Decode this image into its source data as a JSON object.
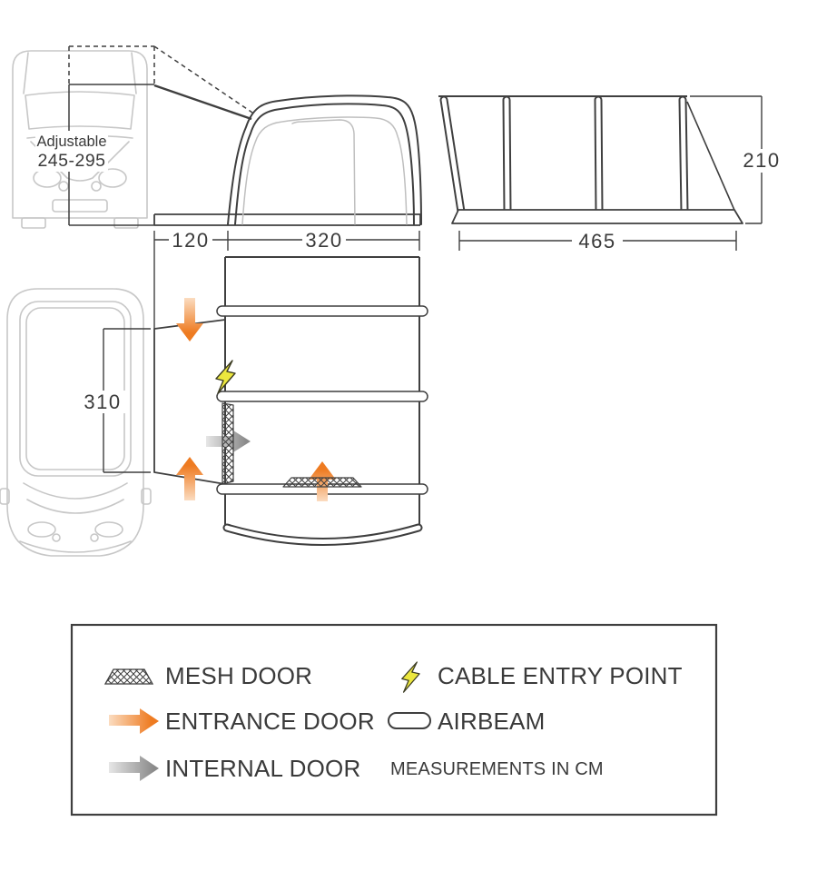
{
  "diagram_type": "awning-dimension-diagram",
  "vehicle_label": {
    "line1": "Adjustable",
    "line2": "245-295"
  },
  "dimensions": {
    "tunnel_width_cm": "120",
    "front_width_cm": "320",
    "side_length_cm": "465",
    "height_cm": "210",
    "tunnel_depth_cm": "310"
  },
  "legend": {
    "mesh_door_label": "MESH DOOR",
    "entrance_door_label": "ENTRANCE DOOR",
    "internal_door_label": "INTERNAL DOOR",
    "cable_entry_point_label": "CABLE ENTRY POINT",
    "airbeam_label": "AIRBEAM",
    "measurements_note": "MEASUREMENTS IN CM"
  },
  "icons": {
    "mesh_swatch": "crosshatch-trapezoid",
    "entrance_arrow": "orange-gradient-arrow",
    "internal_arrow": "gray-gradient-arrow",
    "cable_entry": "lightning-bolt",
    "airbeam": "capsule-outline"
  },
  "colors": {
    "line": "#3f3f3f",
    "vehicle_outline": "#c7c7c7",
    "entrance_arrow": "#ee7b21",
    "entrance_arrow_light": "#fbdcc0",
    "internal_arrow": "#8a8a8a",
    "internal_arrow_light": "#e6e6e6",
    "cable_yellow": "#ece73e"
  }
}
